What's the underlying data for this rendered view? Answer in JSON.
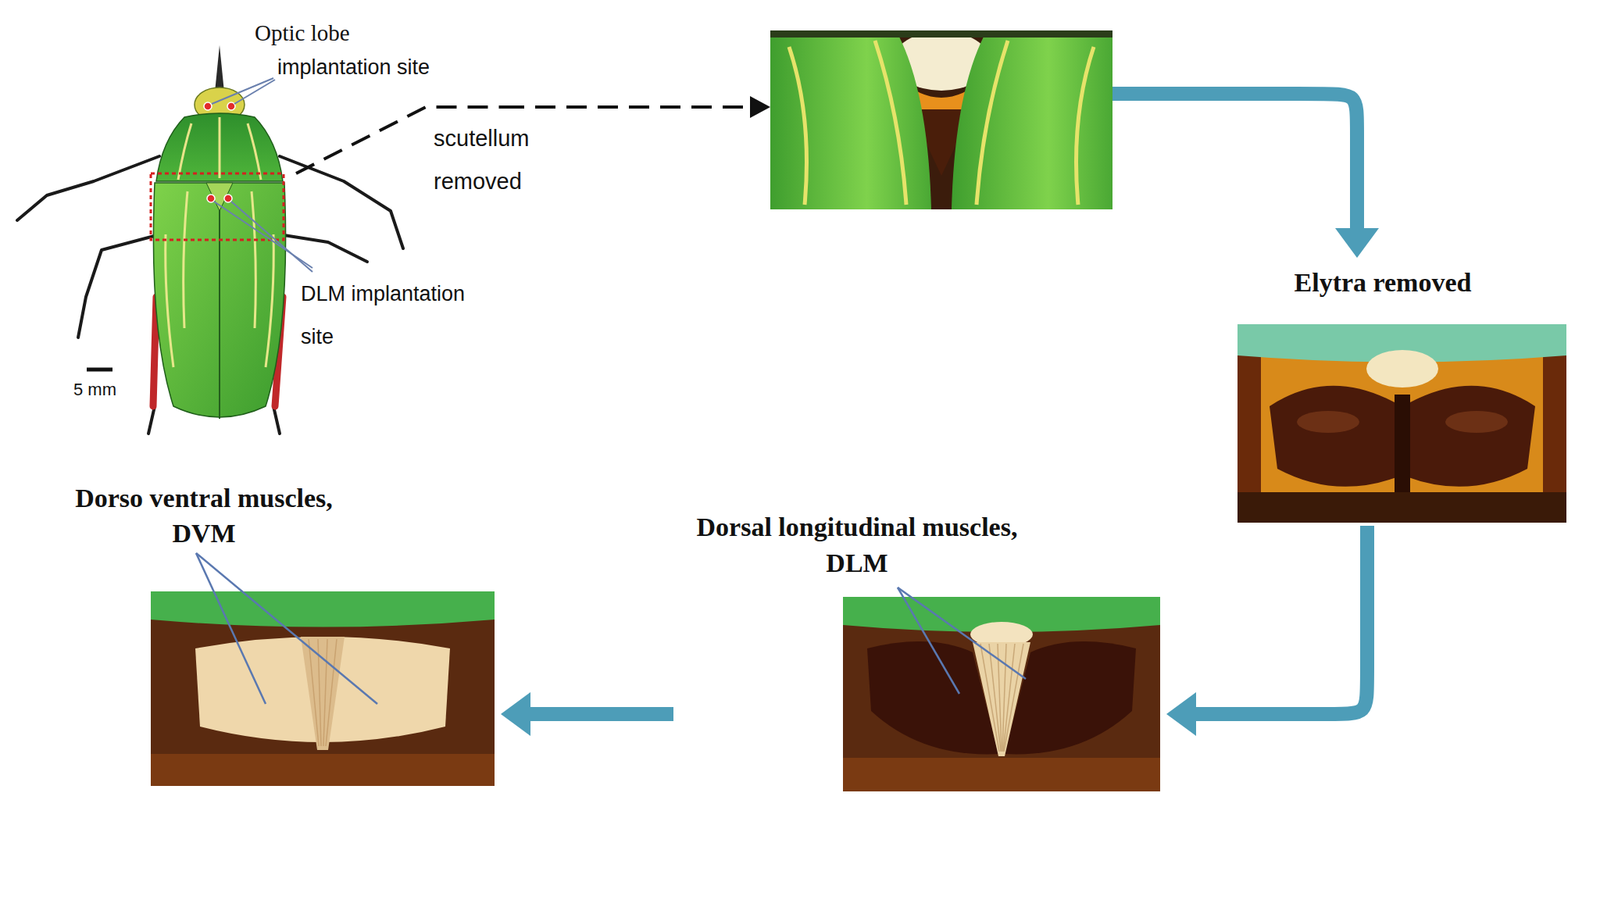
{
  "diagram": {
    "nodes": [
      {
        "text": [
          "Optic lobe",
          "implantation site",
          "DLM implantation site"
        ]
      },
      {
        "text": []
      },
      {
        "text": [
          "Elytra removed"
        ]
      },
      {
        "text": [
          "Dorsal longitudinal muscles, DLM"
        ]
      },
      {
        "text": [
          "Dorso ventral muscles, DVM"
        ]
      }
    ],
    "edges": [
      {
        "from": 0,
        "to": 1,
        "arrow": "to",
        "label": "scutellum removed"
      },
      {
        "from": 1,
        "to": 2,
        "arrow": "to"
      },
      {
        "from": 2,
        "to": 3,
        "arrow": "to"
      },
      {
        "from": 3,
        "to": 4,
        "arrow": "to"
      }
    ],
    "labels": [
      "5 mm"
    ]
  }
}
